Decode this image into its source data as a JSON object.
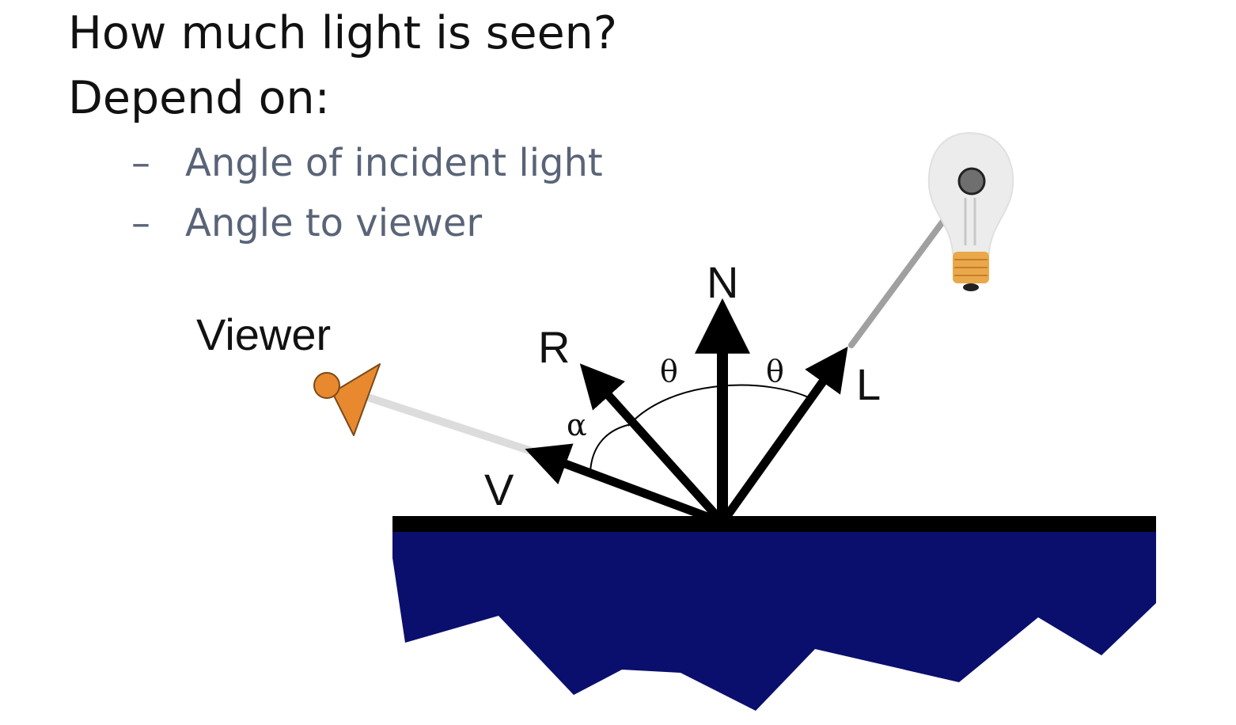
{
  "slide": {
    "title": "How much light is seen?",
    "subtitle": "Depend on:",
    "bullets": [
      {
        "dash": "–",
        "text": "Angle of incident light"
      },
      {
        "dash": "–",
        "text": "Angle to viewer"
      }
    ]
  },
  "diagram": {
    "labels": {
      "viewer": "Viewer",
      "normal": "N",
      "reflected": "R",
      "light": "L",
      "view": "V",
      "theta_left": "θ",
      "theta_right": "θ",
      "alpha": "α"
    },
    "colors": {
      "surface_fill": "#0a0f6e",
      "arrow": "#000000",
      "viewer_eye": "#e8892f",
      "light_ray": "#a0a0a0",
      "view_ray": "#dcdcdc",
      "bulb_base": "#e9a84a"
    },
    "icons": [
      "light-bulb-icon",
      "viewer-eye-icon"
    ]
  }
}
